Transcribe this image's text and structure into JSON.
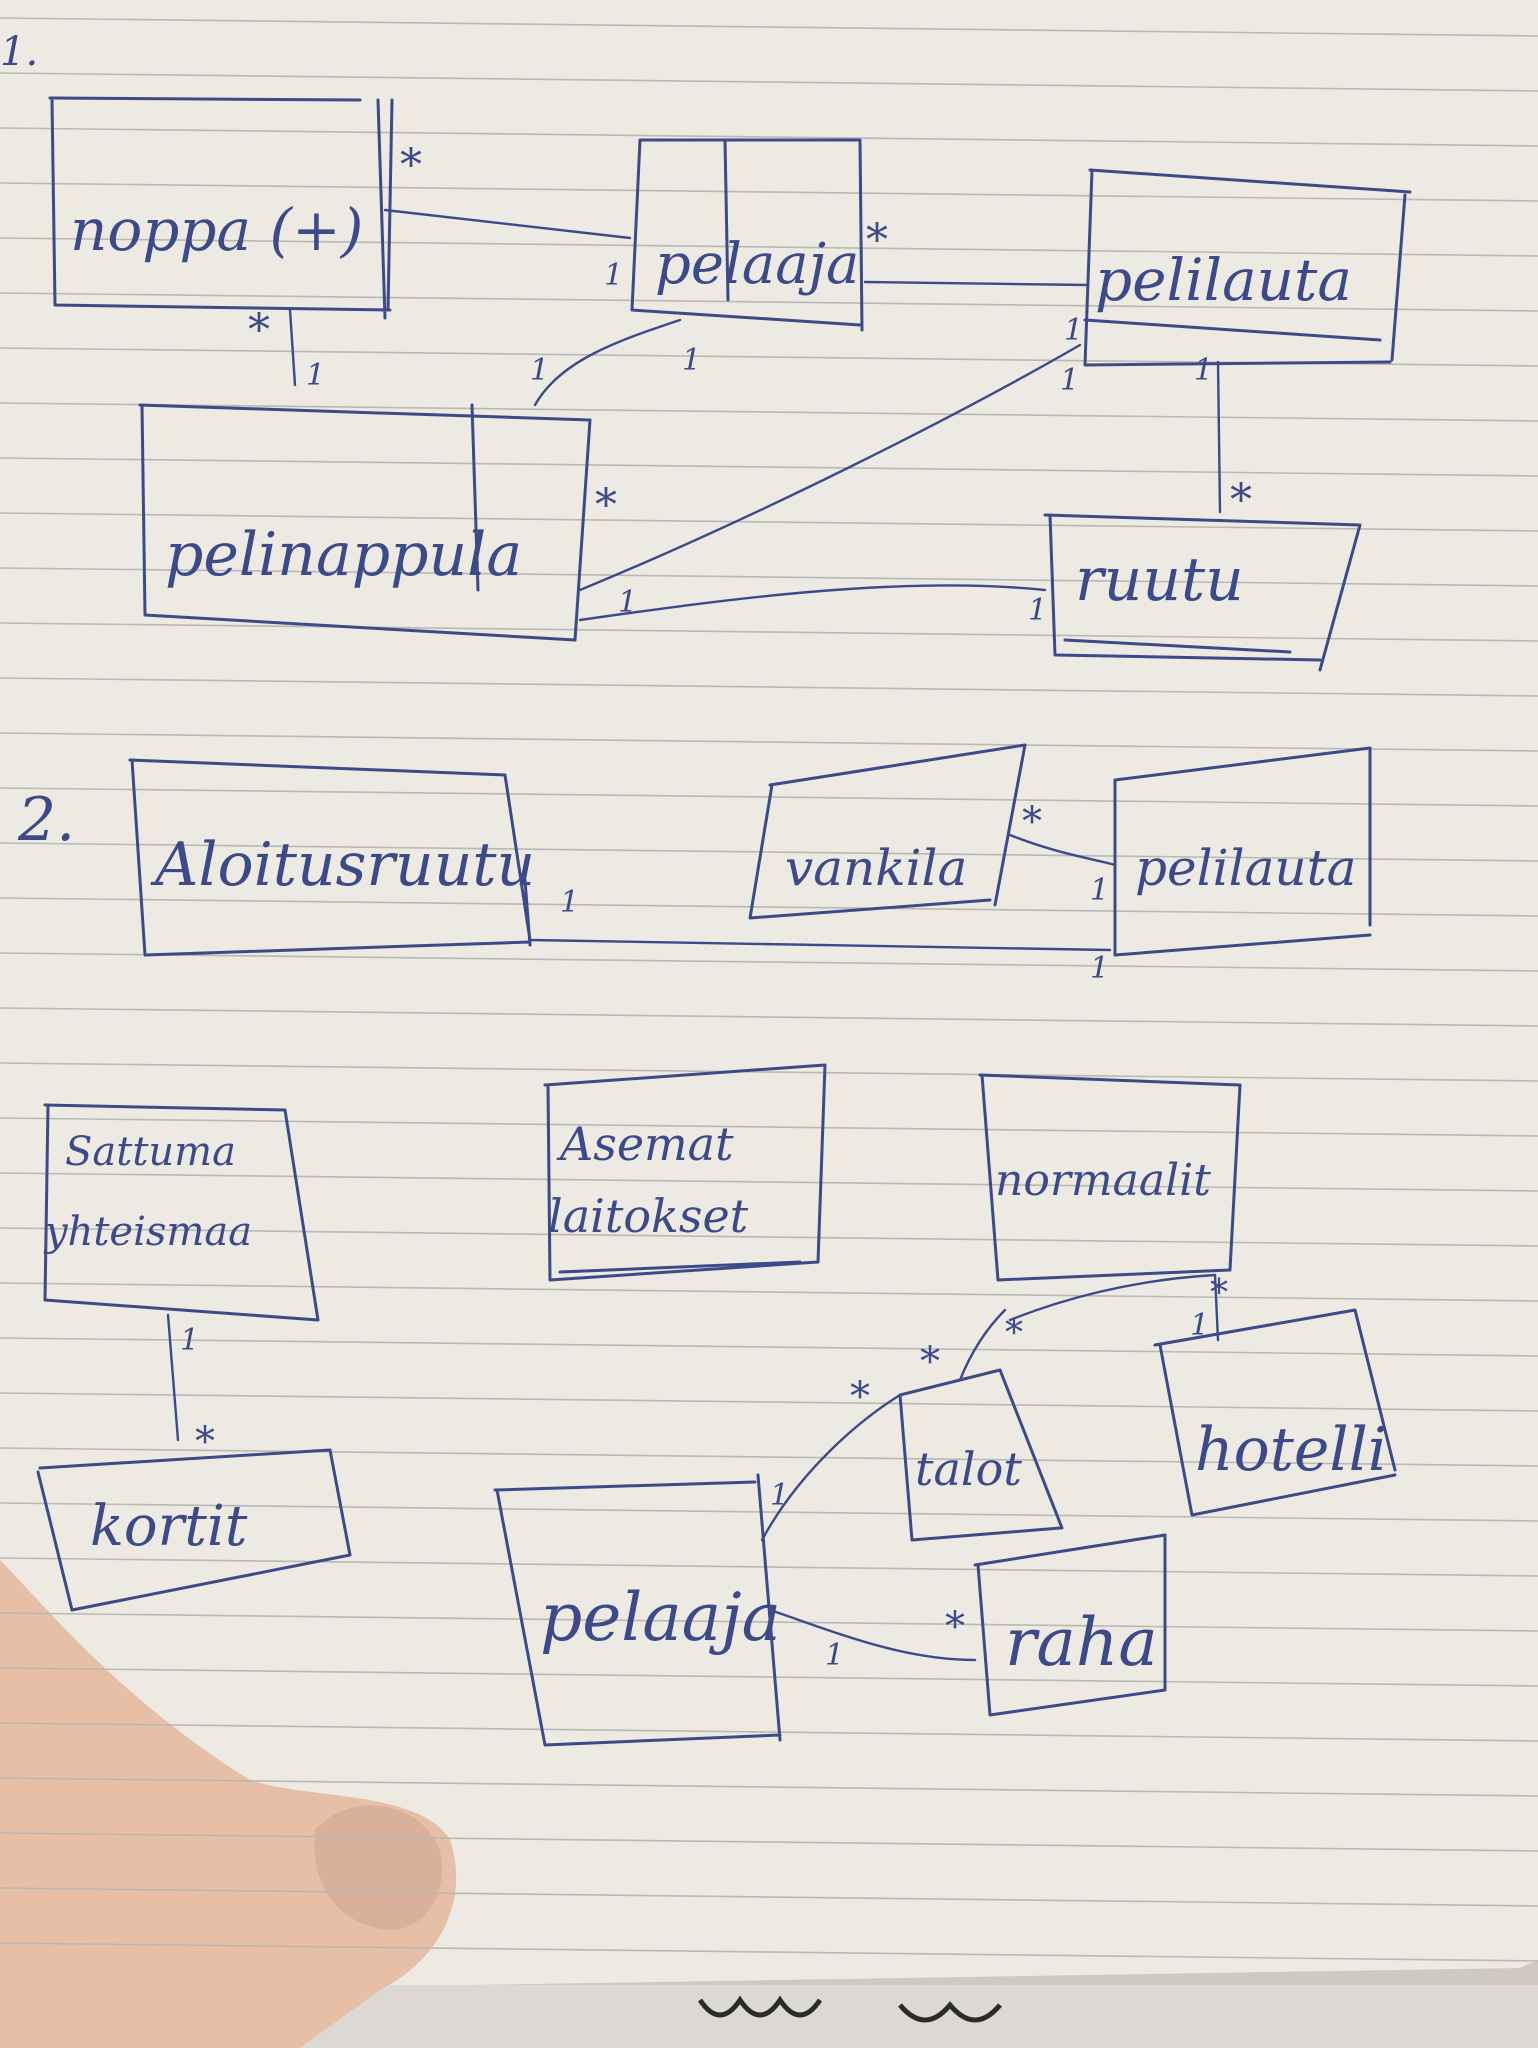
{
  "section_labels": {
    "s1": "1.",
    "s2": "2."
  },
  "diagram1": {
    "nodes": {
      "noppa": "noppa (+)",
      "pelaaja": "pelaaja",
      "pelilauta": "pelilauta",
      "pelinappula": "pelinappula",
      "ruutu": "ruutu"
    },
    "multiplicities": {
      "noppa_pelaaja_star": "*",
      "pelaaja_left_one": "1",
      "pelaaja_right_star": "*",
      "pelilauta_left_one": "1",
      "noppa_bottom_star": "*",
      "pelinappula_top_one": "1",
      "pelaaja_bottom_one": "1",
      "pelinappula_topright_one": "1",
      "pelinappula_right_star": "*",
      "pelinappula_bottom_one": "1",
      "pelilauta_bottom_left_one": "1",
      "pelilauta_bottom_one": "1",
      "ruutu_top_star": "*",
      "ruutu_left_one": "1"
    }
  },
  "diagram2": {
    "nodes": {
      "aloitusruutu": "Aloitusruutu",
      "vankila": "vankila",
      "pelilauta": "pelilauta",
      "sattuma": "Sattuma\nyhteismaa",
      "asemat": "Asemat\nlaitokset",
      "normaalit": "normaalit",
      "kortit": "kortit",
      "talot": "talot",
      "hotelli": "hotelli",
      "pelaaja": "pelaaja",
      "raha": "raha"
    },
    "multiplicities": {
      "aloitus_right_one": "1",
      "pelilauta_bottom_one": "1",
      "vankila_star": "*",
      "pelilauta_left_one": "1",
      "sattuma_one": "1",
      "kortit_star": "*",
      "normaalit_star_a": "*",
      "normaalit_star_b": "*",
      "hotelli_one": "1",
      "talot_star_a": "*",
      "talot_star_b": "*",
      "pelaaja_top_one": "1",
      "pelaaja_bottom_one": "1",
      "raha_star": "*"
    }
  },
  "colors": {
    "paper": "#eceae2",
    "ink": "#3d4a8a",
    "rule": "#b9b9b3",
    "skin": "#e6bfa6"
  }
}
